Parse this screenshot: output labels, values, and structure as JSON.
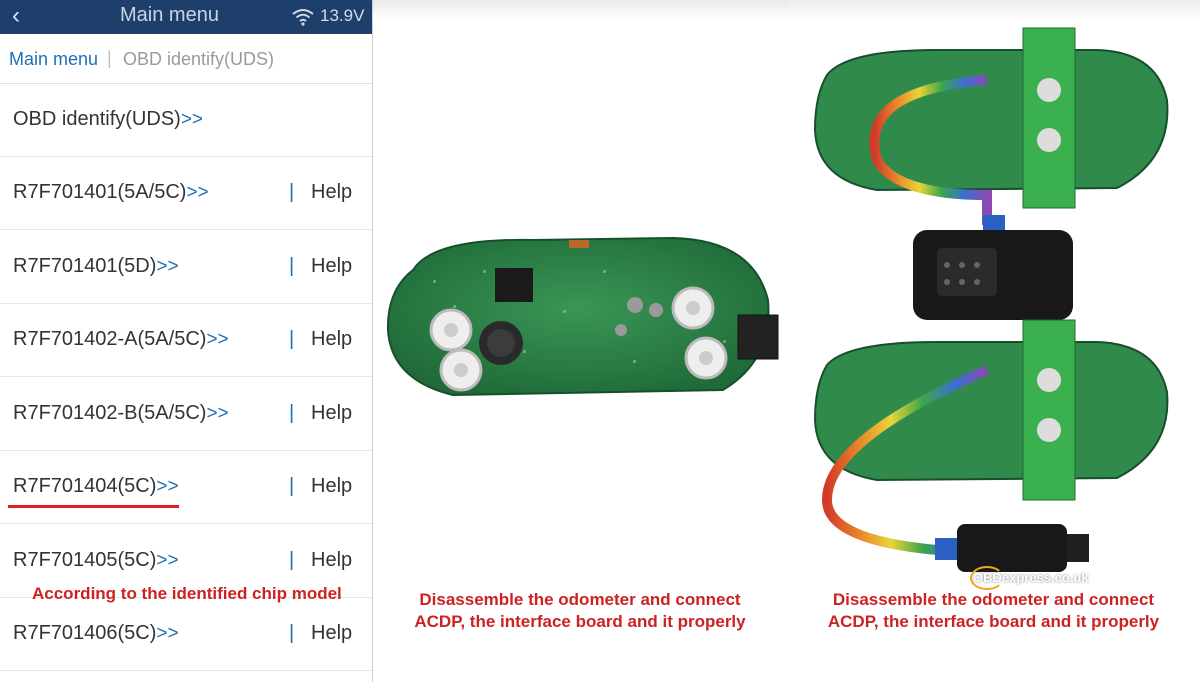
{
  "app": {
    "back_icon": "back-chevron-icon",
    "title": "Main menu",
    "wifi_icon": "wifi-icon",
    "battery_voltage": "13.9V"
  },
  "breadcrumb": {
    "root": "Main menu",
    "separator": "|",
    "current": "OBD identify(UDS)"
  },
  "menu": {
    "items": [
      {
        "label": "OBD identify(UDS)",
        "arrow": ">>",
        "help": ""
      },
      {
        "label": "R7F701401(5A/5C)",
        "arrow": ">>",
        "sep": "|",
        "help": "Help"
      },
      {
        "label": "R7F701401(5D)",
        "arrow": ">>",
        "sep": "|",
        "help": "Help"
      },
      {
        "label": "R7F701402-A(5A/5C)",
        "arrow": ">>",
        "sep": "|",
        "help": "Help"
      },
      {
        "label": "R7F701402-B(5A/5C)",
        "arrow": ">>",
        "sep": "|",
        "help": "Help"
      },
      {
        "label": "R7F701404(5C)",
        "arrow": ">>",
        "sep": "|",
        "help": "Help"
      },
      {
        "label": "R7F701405(5C)",
        "arrow": ">>",
        "sep": "|",
        "help": "Help"
      },
      {
        "label": "R7F701406(5C)",
        "arrow": ">>",
        "sep": "|",
        "help": "Help"
      }
    ],
    "highlighted_item": "R7F701404(5C)"
  },
  "captions": {
    "left": "According to the identified chip model",
    "middle_line1": "Disassemble the odometer and connect",
    "middle_line2": "ACDP, the interface board and it properly",
    "right_line1": "Disassemble the odometer and connect",
    "right_line2": "ACDP, the interface board and it properly"
  },
  "watermark": "OBDexpress.co.uk",
  "colors": {
    "titlebar": "#1e3f6c",
    "link_blue": "#1f6fb5",
    "caption_red": "#cc2222",
    "pcb_green": "#2f8a4c"
  }
}
